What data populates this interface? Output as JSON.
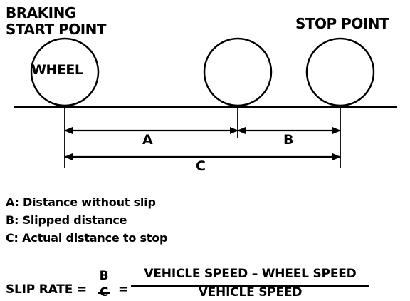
{
  "labels": {
    "braking_start_line1": "BRAKING",
    "braking_start_line2": "START POINT",
    "stop_point": "STOP POINT",
    "wheel": "WHEEL"
  },
  "dimensions": {
    "a": "A",
    "b": "B",
    "c": "C"
  },
  "legend": [
    "A: Distance without slip",
    "B: Slipped distance",
    "C: Actual distance to stop"
  ],
  "formula": {
    "lhs": "SLIP RATE =",
    "ratio_numerator": "B",
    "ratio_denominator": "C",
    "equals": "=",
    "numerator": "VEHICLE SPEED – WHEEL SPEED",
    "denominator": "VEHICLE SPEED"
  },
  "colors": {
    "ink": "#000000",
    "background": "#ffffff"
  }
}
